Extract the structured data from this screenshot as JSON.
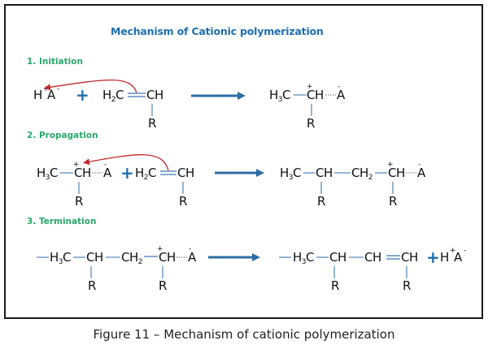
{
  "figure": {
    "title": "Mechanism of Cationic polymerization",
    "caption": "Figure 11 – Mechanism of cationic polymerization",
    "colors": {
      "title": "#1f6fae",
      "step_heading": "#2aa86a",
      "reaction_arrow": "#2e6da4",
      "electron_arrow": "#c0282d",
      "bond": "#5b8fbf",
      "text": "#111111",
      "border": "#1a1a1a"
    }
  },
  "steps": [
    {
      "heading": "1. Initiation",
      "reactants": [
        "H⁺A⁻",
        "H₂C=CH(R)"
      ],
      "products": [
        "H₃C–C⁺H(R)···⁻A"
      ],
      "labels": {
        "h": "H",
        "h_charge": "+",
        "a": "A",
        "a_charge": "-",
        "h2c": "H",
        "h2c_sub": "2",
        "h2c_c": "C",
        "ch": "CH",
        "r": "R",
        "p_h3c": "H",
        "p_h3c_sub": "3",
        "p_h3c_c": "C",
        "p_ch_charge": "+",
        "p_ch": "CH",
        "p_a_charge": "-",
        "p_a": "A",
        "p_r": "R"
      }
    },
    {
      "heading": "2. Propagation",
      "reactants": [
        "H₃C–C⁺H(R)···⁻A",
        "H₂C=CH(R)"
      ],
      "products": [
        "H₃C–CH(R)–CH₂–C⁺H(R)···⁻A"
      ],
      "labels": {
        "h3c": "H",
        "h3c_sub": "3",
        "h3c_c": "C",
        "ch_charge": "+",
        "ch": "CH",
        "a_charge": "-",
        "a": "A",
        "r1": "R",
        "h2c": "H",
        "h2c_sub": "2",
        "h2c_c": "C",
        "ch2": "CH",
        "r2": "R",
        "p_h3c": "H",
        "p_h3c_sub": "3",
        "p_h3c_c": "C",
        "p_ch1": "CH",
        "p_ch2": "CH",
        "p_ch2_sub": "2",
        "p_ch3_charge": "+",
        "p_ch3": "CH",
        "p_a_charge": "-",
        "p_a": "A",
        "p_r1": "R",
        "p_r2": "R"
      }
    },
    {
      "heading": "3. Termination",
      "reactants": [
        "–H₃C–CH(R)–CH₂–C⁺H(R)···⁻A"
      ],
      "products": [
        "–H₃C–CH(R)–CH=CH(R)",
        "H⁺A⁻"
      ],
      "labels": {
        "h3c": "H",
        "h3c_sub": "3",
        "h3c_c": "C",
        "ch1": "CH",
        "ch2": "CH",
        "ch2_sub": "2",
        "ch3_charge": "+",
        "ch3": "CH",
        "a_charge": "-",
        "a": "A",
        "r1": "R",
        "r2": "R",
        "p_h3c": "H",
        "p_h3c_sub": "3",
        "p_h3c_c": "C",
        "p_ch1": "CH",
        "p_ch2": "CH",
        "p_ch3": "CH",
        "p_r1": "R",
        "p_r2": "R",
        "p_h": "H",
        "p_h_charge": "+",
        "p_a": "A",
        "p_a_charge": "-"
      }
    }
  ],
  "symbols": {
    "plus": "+"
  }
}
